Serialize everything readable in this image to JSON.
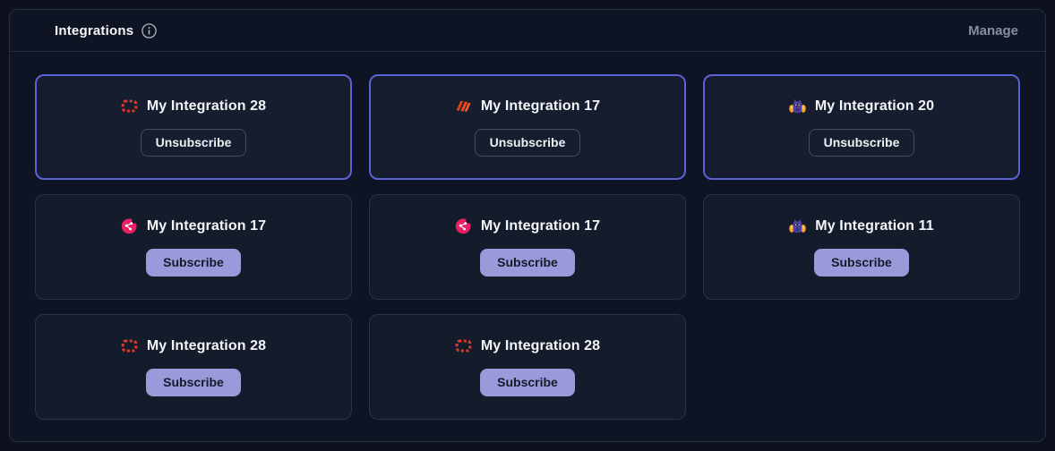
{
  "panel": {
    "title": "Integrations",
    "manage_label": "Manage"
  },
  "colors": {
    "accent_border": "#5b61d8",
    "subscribe_button_bg": "#9b99d9",
    "red_icon": "#da392b",
    "orange_icon": "#ee4a22",
    "pink_icon": "#ea1e63",
    "purple_icon": "#52419e"
  },
  "cards": [
    {
      "title": "My Integration 28",
      "icon": "red-dashed-frame-icon",
      "button_label": "Unsubscribe",
      "state": "subscribed"
    },
    {
      "title": "My Integration 17",
      "icon": "orange-slashes-icon",
      "button_label": "Unsubscribe",
      "state": "subscribed"
    },
    {
      "title": "My Integration 20",
      "icon": "purple-mascot-icon",
      "button_label": "Unsubscribe",
      "state": "subscribed"
    },
    {
      "title": "My Integration 17",
      "icon": "pink-share-icon",
      "button_label": "Subscribe",
      "state": "unsubscribed"
    },
    {
      "title": "My Integration 17",
      "icon": "pink-share-icon",
      "button_label": "Subscribe",
      "state": "unsubscribed"
    },
    {
      "title": "My Integration 11",
      "icon": "purple-mascot-icon",
      "button_label": "Subscribe",
      "state": "unsubscribed"
    },
    {
      "title": "My Integration 28",
      "icon": "red-dashed-frame-icon",
      "button_label": "Subscribe",
      "state": "unsubscribed"
    },
    {
      "title": "My Integration 28",
      "icon": "red-dashed-frame-icon",
      "button_label": "Subscribe",
      "state": "unsubscribed"
    }
  ]
}
